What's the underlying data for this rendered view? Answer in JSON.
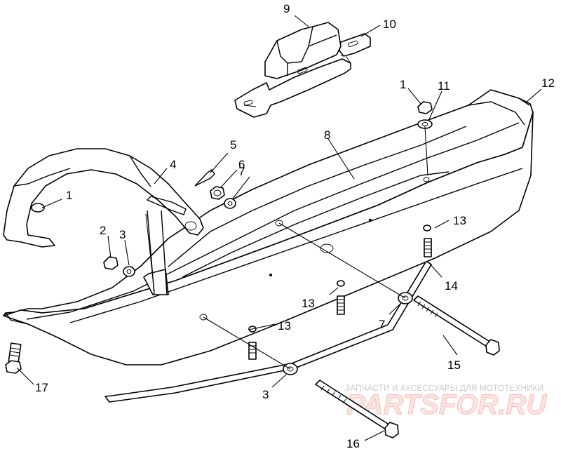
{
  "callouts": {
    "c1a": "1",
    "c1b": "1",
    "c2": "2",
    "c3a": "3",
    "c3b": "3",
    "c4": "4",
    "c5": "5",
    "c6": "6",
    "c7a": "7",
    "c7b": "7",
    "c8": "8",
    "c9": "9",
    "c10": "10",
    "c11": "11",
    "c12": "12",
    "c13a": "13",
    "c13b": "13",
    "c13c": "13",
    "c14": "14",
    "c15": "15",
    "c16": "16",
    "c17": "17"
  },
  "watermark": {
    "tagline": "ЗАПЧАСТИ И АКСЕССУАРЫ ДЛЯ МОТОТЕХНИКИ",
    "logo": "PARTSFOR.RU"
  }
}
